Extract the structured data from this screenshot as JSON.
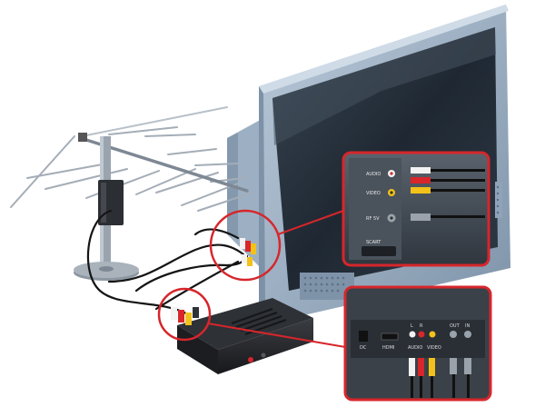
{
  "tv_panel": {
    "audio_label": "AUDIO",
    "video_label": "VIDEO",
    "rf_label": "RF 5V",
    "scart_label": "SCART"
  },
  "receiver_panel": {
    "dc_label": "DC",
    "hdmi_label": "HDMI",
    "audio_label": "AUDIO",
    "video_label": "VIDEO",
    "l_label": "L",
    "r_label": "R",
    "out_label": "OUT",
    "in_label": "IN"
  },
  "colors": {
    "callout_red": "#d6262b",
    "tv_frame": "#8fa3b9",
    "screen": "#2a3440",
    "receiver_body": "#26282c",
    "rca_red": "#d8262b",
    "rca_yellow": "#f2c21a",
    "rca_white": "#f2f2f2",
    "antenna_metal": "#8b95a1"
  }
}
